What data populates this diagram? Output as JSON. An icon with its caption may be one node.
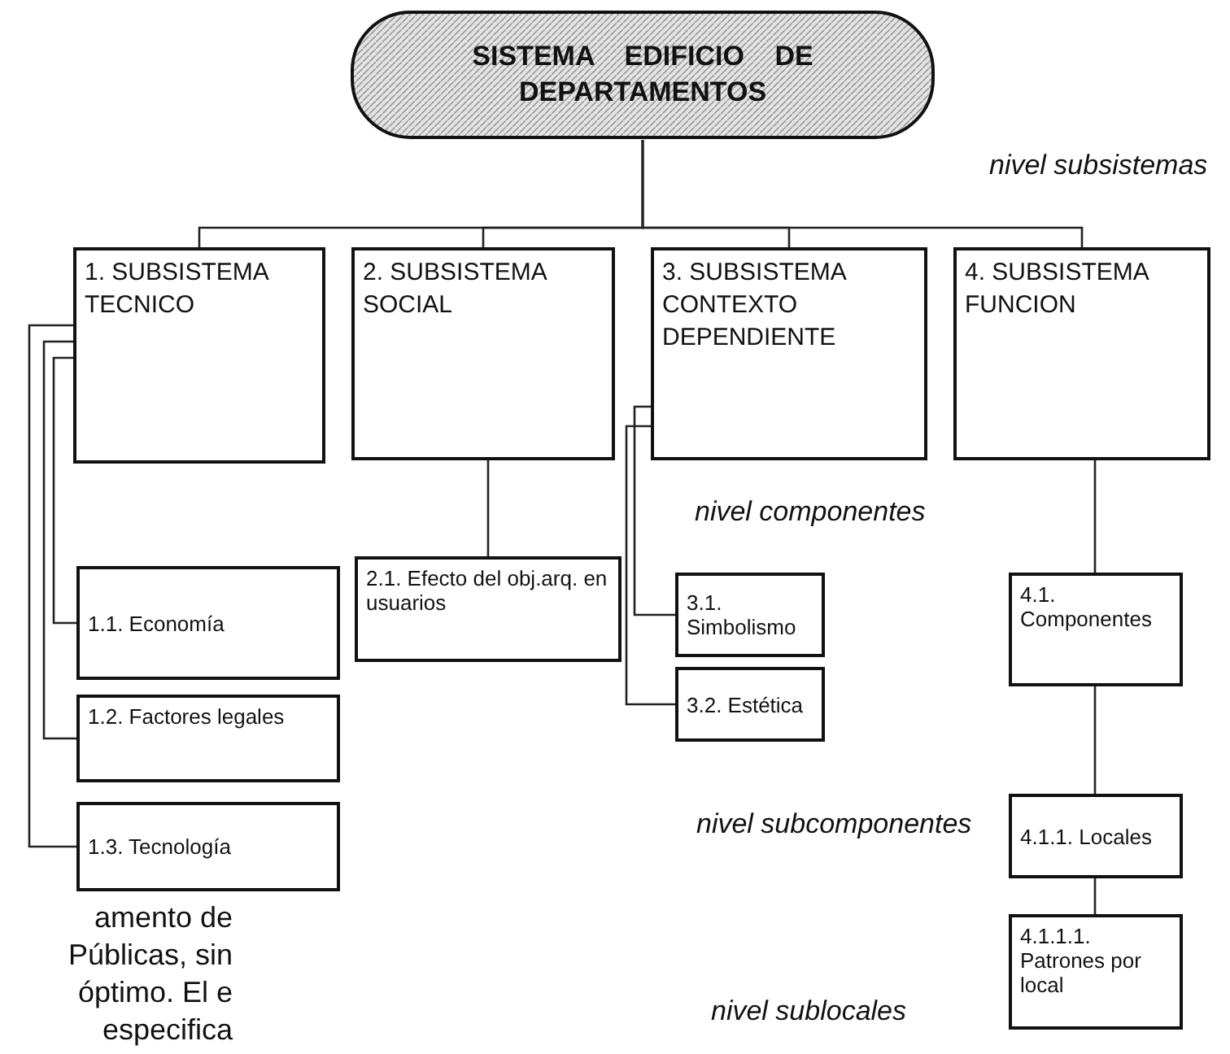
{
  "diagram": {
    "nodes": [
      {
        "text": [
          "SISTEMA EDIFICIO DE DEPARTAMENTOS"
        ]
      },
      {
        "text": [
          "1. SUBSISTEMA TECNICO"
        ]
      },
      {
        "text": [
          "2. SUBSISTEMA SOCIAL"
        ]
      },
      {
        "text": [
          "3. SUBSISTEMA CONTEXTO DEPENDIENTE"
        ]
      },
      {
        "text": [
          "4. SUBSISTEMA FUNCION"
        ]
      },
      {
        "text": [
          "1.1. Economía"
        ]
      },
      {
        "text": [
          "1.2. Factores legales"
        ]
      },
      {
        "text": [
          "1.3. Tecnología"
        ]
      },
      {
        "text": [
          "2.1. Efecto del obj.arq. en usuarios"
        ]
      },
      {
        "text": [
          "3.1. Simbolismo"
        ]
      },
      {
        "text": [
          "3.2. Estética"
        ]
      },
      {
        "text": [
          "4.1. Componentes"
        ]
      },
      {
        "text": [
          "4.1.1. Locales"
        ]
      },
      {
        "text": [
          "4.1.1.1. Patrones por local"
        ]
      }
    ],
    "edges": [
      {
        "from": 0,
        "to": 1,
        "arrow": "none"
      },
      {
        "from": 0,
        "to": 2,
        "arrow": "none"
      },
      {
        "from": 0,
        "to": 3,
        "arrow": "none"
      },
      {
        "from": 0,
        "to": 4,
        "arrow": "none"
      },
      {
        "from": 1,
        "to": 5,
        "arrow": "none"
      },
      {
        "from": 1,
        "to": 6,
        "arrow": "none"
      },
      {
        "from": 1,
        "to": 7,
        "arrow": "none"
      },
      {
        "from": 2,
        "to": 8,
        "arrow": "none"
      },
      {
        "from": 3,
        "to": 9,
        "arrow": "none"
      },
      {
        "from": 3,
        "to": 10,
        "arrow": "none"
      },
      {
        "from": 4,
        "to": 11,
        "arrow": "none"
      },
      {
        "from": 11,
        "to": 12,
        "arrow": "none"
      },
      {
        "from": 12,
        "to": 13,
        "arrow": "none"
      }
    ],
    "labels": [
      "nivel subsistemas",
      "nivel componentes",
      "nivel subcomponentes",
      "nivel sublocales",
      "amento de Públicas, sin óptimo. El e especifica"
    ]
  }
}
